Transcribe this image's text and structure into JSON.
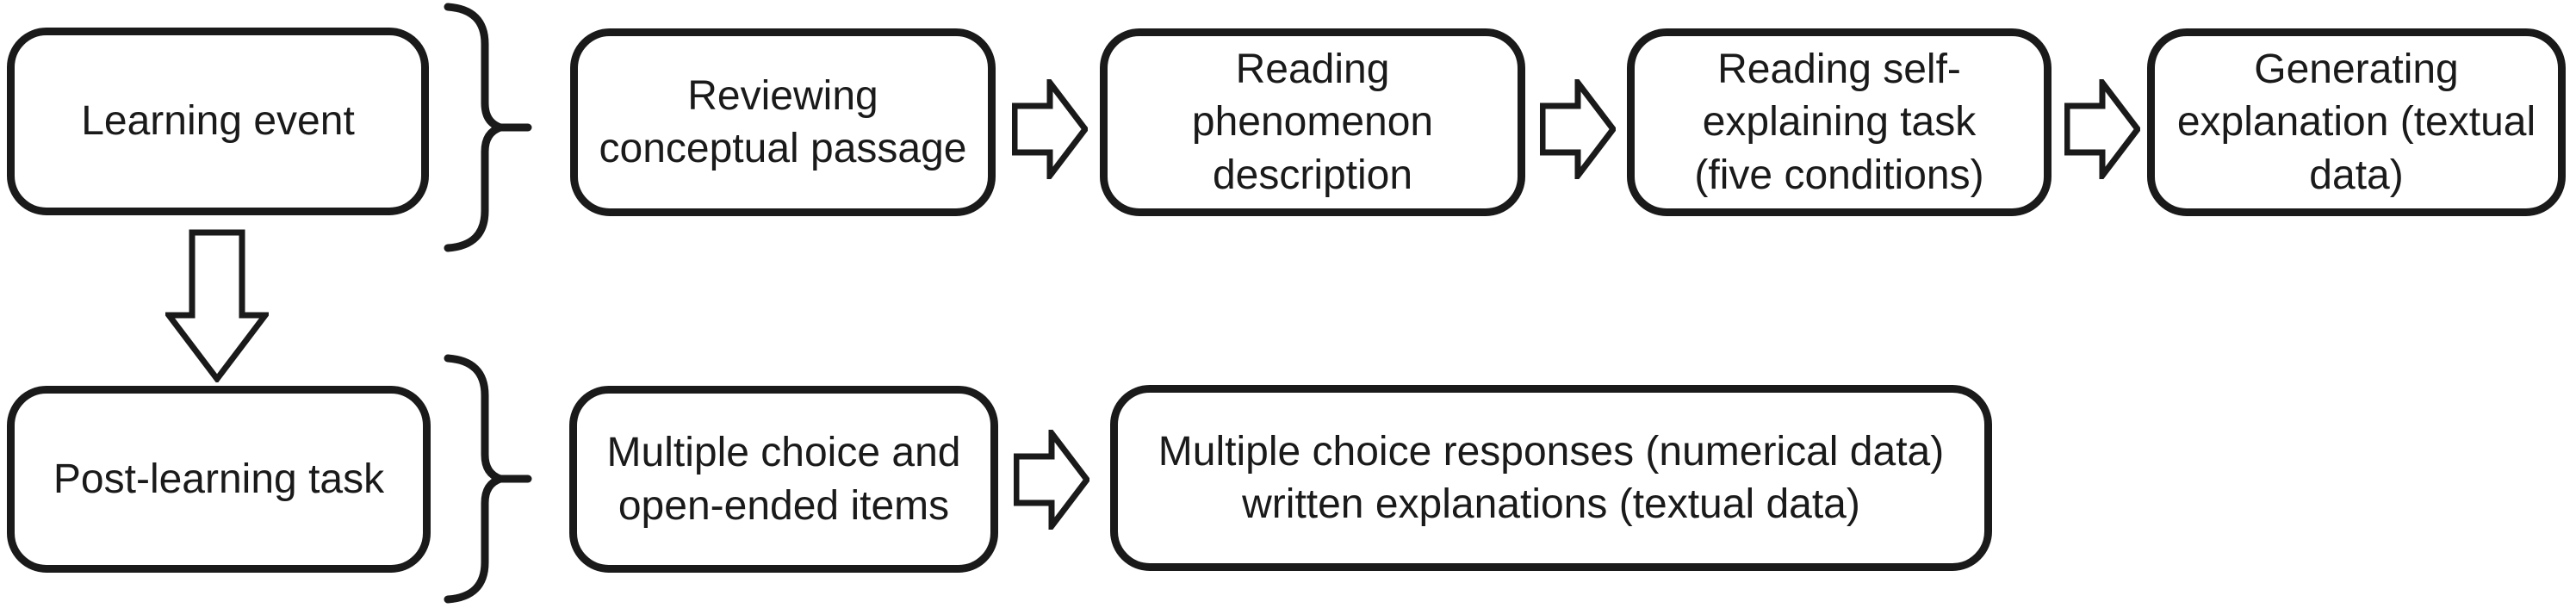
{
  "figure": {
    "background_color": "#ffffff",
    "ink_color": "#1a1a1a"
  },
  "flow": {
    "top_row": {
      "learning_event": "Learning event",
      "step_reviewing": "Reviewing\nconceptual passage",
      "step_reading_phenomenon": "Reading\nphenomenon\ndescription",
      "step_reading_self_explaining": "Reading self-\nexplaining task\n(five conditions)",
      "step_generating_explanation": "Generating\nexplanation (textual\ndata)"
    },
    "bottom_row": {
      "post_learning_task": "Post-learning task",
      "step_items": "Multiple choice and\nopen-ended items",
      "step_responses": "Multiple choice responses (numerical data)\nwritten explanations (textual data)"
    }
  }
}
